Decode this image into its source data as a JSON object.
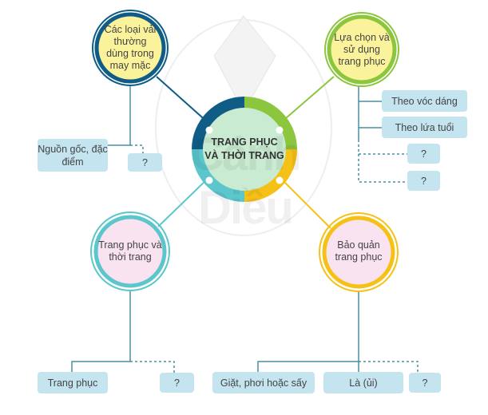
{
  "center": {
    "line1": "TRANG PHỤC",
    "line2": "VÀ THỜI TRANG"
  },
  "watermark": "Cánh Diều",
  "branches": {
    "fabrics": {
      "title": "Các loại vải thường dùng trong may mặc",
      "items": [
        "Nguồn gốc, đặc điểm",
        "?"
      ]
    },
    "selection": {
      "title": "Lựa chọn và sử dụng trang phục",
      "items": [
        "Theo vóc dáng",
        "Theo lứa tuổi",
        "?",
        "?"
      ]
    },
    "fashion": {
      "title": "Trang phục và thời trang",
      "items": [
        "Trang phục",
        "?"
      ]
    },
    "care": {
      "title": "Bảo quản trang phục",
      "items": [
        "Giặt, phơi hoặc sấy",
        "Là (ủi)",
        "?"
      ]
    }
  },
  "colors": {
    "dark_blue": "#0f5d86",
    "green": "#8cc63e",
    "teal": "#5bc6cb",
    "yellow": "#f6c117",
    "box": "#c4e4f0"
  }
}
